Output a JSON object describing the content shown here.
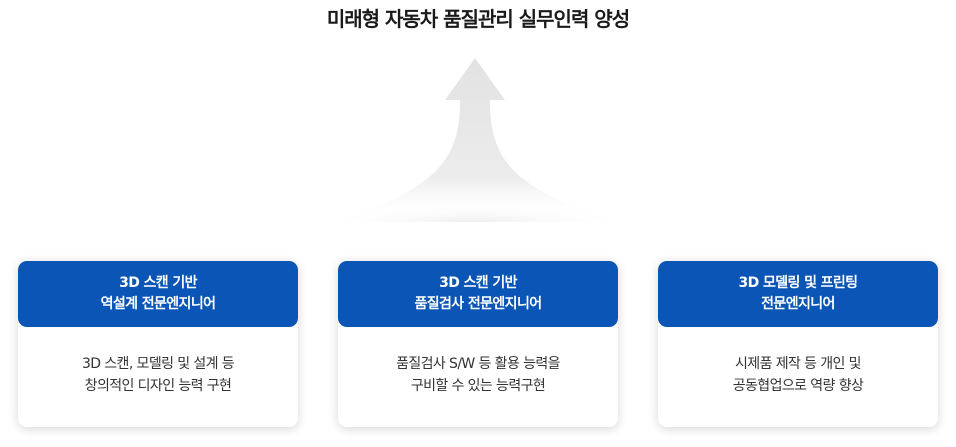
{
  "title": "미래형 자동차 품질관리 실무인력 양성",
  "cards": [
    {
      "head_line1": "3D 스캔 기반",
      "head_line2": "역설계 전문엔지니어",
      "body_line1": "3D 스캔, 모델링 및 설계 등",
      "body_line2": "창의적인 디자인 능력 구현"
    },
    {
      "head_line1": "3D 스캔 기반",
      "head_line2": "품질검사 전문엔지니어",
      "body_line1": "품질검사 S/W 등 활용 능력을",
      "body_line2": "구비할 수 있는 능력구현"
    },
    {
      "head_line1": "3D 모델링 및 프린팅",
      "head_line2": "전문엔지니어",
      "body_line1": "시제품 제작 등 개인 및",
      "body_line2": "공동협업으로 역량 향상"
    }
  ],
  "colors": {
    "header_blue": "#0a55b5",
    "arrow_gray": "#e6e6e6"
  },
  "icons": {
    "center_arrow": "upward-arrow-icon"
  }
}
